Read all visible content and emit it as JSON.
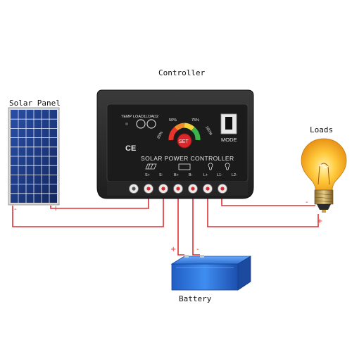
{
  "labels": {
    "controller": "Controller",
    "solar_panel": "Solar Panel",
    "loads": "Loads",
    "battery": "Battery"
  },
  "controller": {
    "indicators": {
      "temp": "TEMP",
      "load1": "LOAD1",
      "load2": "LOAD2"
    },
    "percent_scale": [
      "25%",
      "50%",
      "75%",
      "100%"
    ],
    "set_button": "SET",
    "mode_label": "MODE",
    "ce_mark": "CE",
    "title": "SOLAR POWER CONTROLLER",
    "terminals": [
      "S+",
      "S-",
      "B+",
      "B-",
      "L+",
      "L1-",
      "L2-"
    ]
  },
  "wire_marks": {
    "panel_minus": "-",
    "panel_plus": "+",
    "battery_plus": "+",
    "battery_minus": "-",
    "load_minus": "-",
    "load_plus": "+"
  },
  "colors": {
    "wire": "#e03030",
    "controller_body": "#2b2b2b",
    "controller_face": "#1c1c1c",
    "battery_blue": "#2a6fd6",
    "bulb_glow": "#f4a820"
  },
  "icons": {
    "controller": "charge-controller-icon",
    "solar_panel": "solar-panel-icon",
    "battery": "battery-icon",
    "bulb": "light-bulb-icon"
  }
}
